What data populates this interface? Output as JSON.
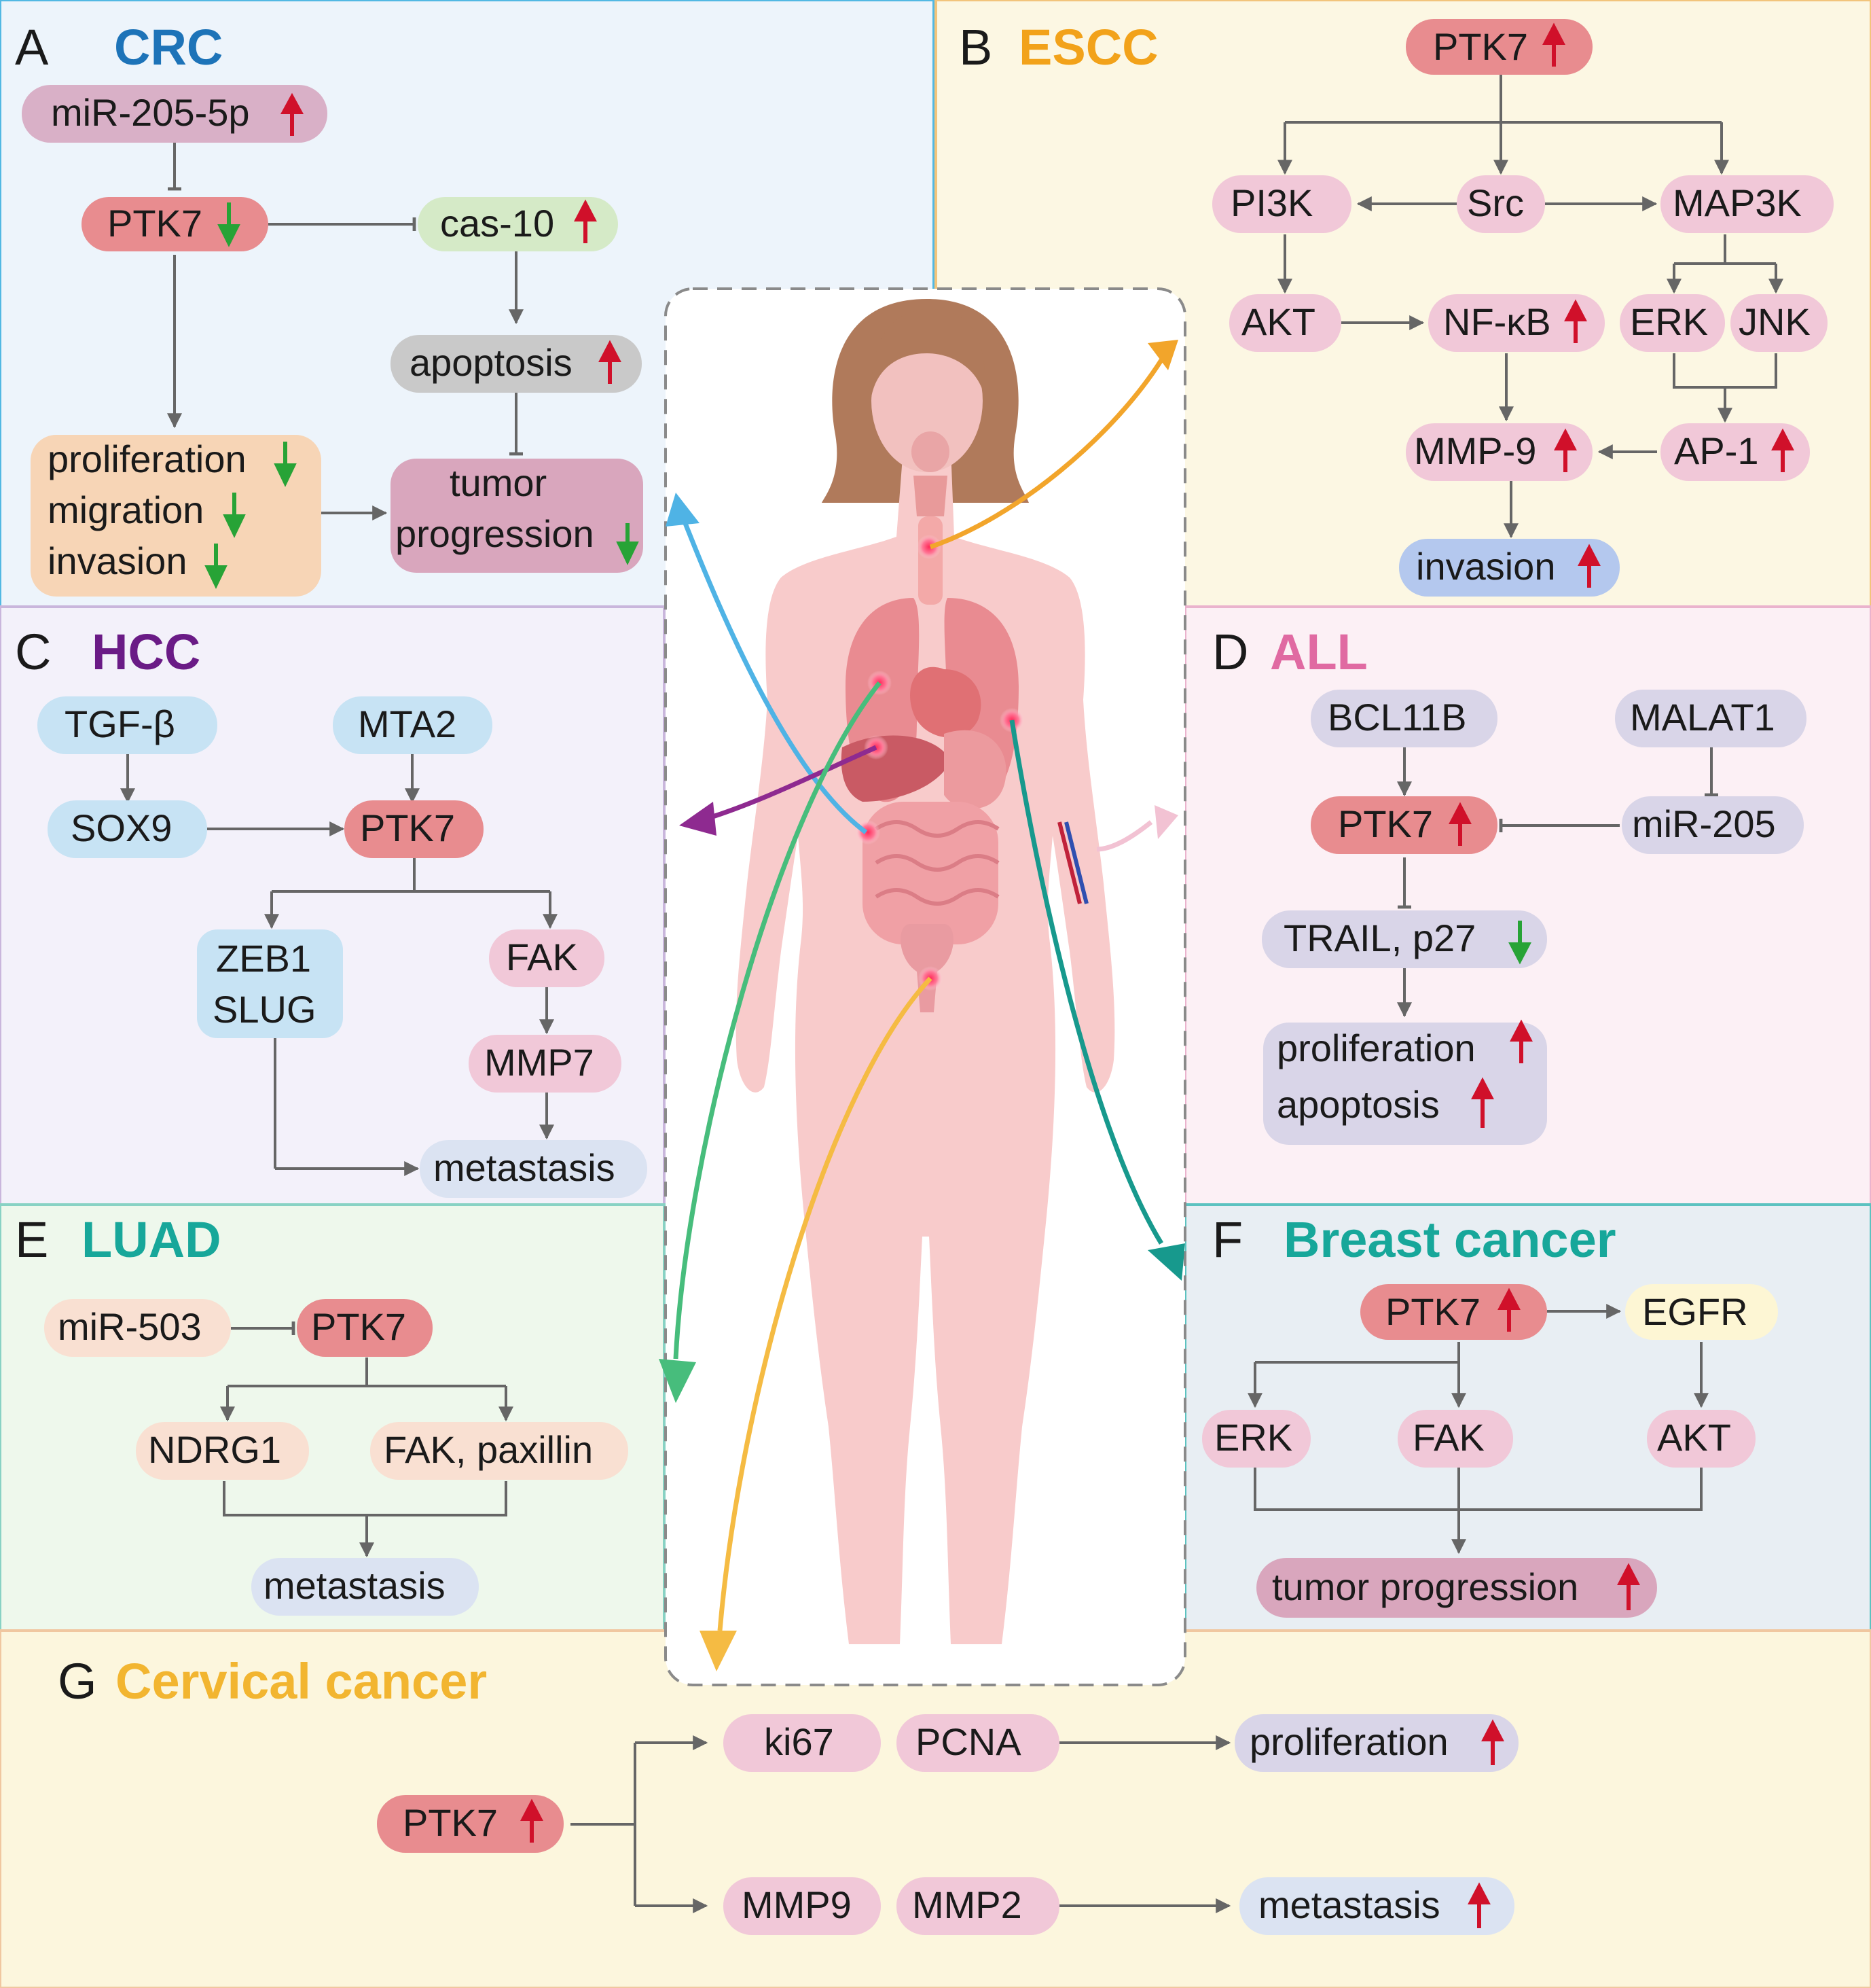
{
  "colors": {
    "ptk7": "#e88c8f",
    "pink": "#f1c8d8",
    "lavender": "#d9d5e8",
    "lightblue": "#c7e3f4",
    "peach": "#f7d5b6",
    "mauve": "#d9a6bd",
    "gray": "#c9c9c9",
    "green": "#d5eac7",
    "cream": "#fbf4d3",
    "peachlight": "#f9e0d2",
    "blue": "#b4c8ee",
    "up": "#d0102a",
    "down": "#27a336",
    "line": "#666666"
  },
  "panels": {
    "A": {
      "letter": "A",
      "title": "CRC",
      "color": "#1d73b8"
    },
    "B": {
      "letter": "B",
      "title": "ESCC",
      "color": "#f2a21a"
    },
    "C": {
      "letter": "C",
      "title": "HCC",
      "color": "#6a1b86"
    },
    "D": {
      "letter": "D",
      "title": "ALL",
      "color": "#e06aa2"
    },
    "E": {
      "letter": "E",
      "title": "LUAD",
      "color": "#17a79a"
    },
    "F": {
      "letter": "F",
      "title": "Breast cancer",
      "color": "#17a79a"
    },
    "G": {
      "letter": "G",
      "title": "Cervical cancer",
      "color": "#f2b530"
    }
  },
  "nodes": {
    "A": {
      "mir": "miR-205-5p",
      "ptk7": "PTK7",
      "cas": "cas-10",
      "apoptosis": "apoptosis",
      "prolif": [
        "proliferation",
        "migration",
        "invasion"
      ],
      "tumor": [
        "tumor",
        "progression"
      ]
    },
    "B": {
      "ptk7": "PTK7",
      "pi3k": "PI3K",
      "src": "Src",
      "map3k": "MAP3K",
      "akt": "AKT",
      "nfkb": "NF-κB",
      "erk": "ERK",
      "jnk": "JNK",
      "mmp9": "MMP-9",
      "ap1": "AP-1",
      "invasion": "invasion"
    },
    "C": {
      "tgf": "TGF-β",
      "mta2": "MTA2",
      "sox9": "SOX9",
      "ptk7": "PTK7",
      "zeb": [
        "ZEB1",
        "SLUG"
      ],
      "fak": "FAK",
      "mmp7": "MMP7",
      "metastasis": "metastasis"
    },
    "D": {
      "bcl": "BCL11B",
      "malat": "MALAT1",
      "ptk7": "PTK7",
      "mir": "miR-205",
      "trail": "TRAIL, p27",
      "out": [
        "proliferation",
        "apoptosis"
      ]
    },
    "E": {
      "mir": "miR-503",
      "ptk7": "PTK7",
      "ndrg": "NDRG1",
      "fak": "FAK, paxillin",
      "metastasis": "metastasis"
    },
    "F": {
      "ptk7": "PTK7",
      "egfr": "EGFR",
      "erk": "ERK",
      "fak": "FAK",
      "akt": "AKT",
      "tumor": "tumor progression"
    },
    "G": {
      "ptk7": "PTK7",
      "ki67": "ki67",
      "pcna": "PCNA",
      "prolif": "proliferation",
      "mmp9": "MMP9",
      "mmp2": "MMP2",
      "metastasis": "metastasis"
    }
  },
  "icons": {
    "body": "female-body-anatomy-icon",
    "up": "up-arrow-icon",
    "down": "down-arrow-icon"
  }
}
